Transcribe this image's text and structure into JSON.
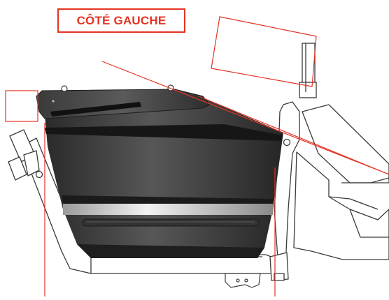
{
  "header": {
    "side_label": "CÔTÉ GAUCHE"
  },
  "colors": {
    "accent": "#e53324",
    "frame_line": "#3a3a3a",
    "box_dark": "#2b2b2b",
    "box_mid": "#4a4a4a",
    "band_light": "#d9d9d9"
  },
  "icons": {
    "frame": "cargo-bike-frame-outline",
    "box": "cargo-box-drawing"
  }
}
